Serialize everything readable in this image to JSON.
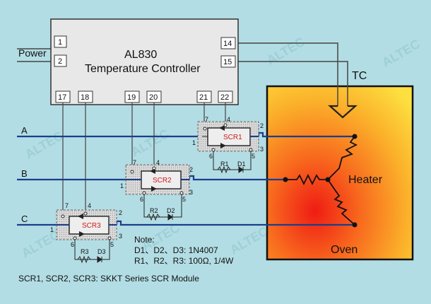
{
  "controller": {
    "model": "AL830",
    "name": "Temperature Controller",
    "terminals": {
      "t1": "1",
      "t2": "2",
      "t14": "14",
      "t15": "15",
      "t17": "17",
      "t18": "18",
      "t19": "19",
      "t20": "20",
      "t21": "21",
      "t22": "22"
    }
  },
  "labels": {
    "power": "Power",
    "tc": "TC",
    "heater": "Heater",
    "oven": "Oven",
    "phase_a": "A",
    "phase_b": "B",
    "phase_c": "C",
    "watermark": "ALTEC"
  },
  "scr_modules": [
    {
      "name": "SCR1",
      "r": "R1",
      "d": "D1",
      "pins": [
        "1",
        "2",
        "3",
        "4",
        "5",
        "6",
        "7"
      ]
    },
    {
      "name": "SCR2",
      "r": "R2",
      "d": "D2",
      "pins": [
        "1",
        "2",
        "3",
        "4",
        "5",
        "6",
        "7"
      ]
    },
    {
      "name": "SCR3",
      "r": "R3",
      "d": "D3",
      "pins": [
        "1",
        "2",
        "3",
        "4",
        "5",
        "6",
        "7"
      ]
    }
  ],
  "note": {
    "title": "Note:",
    "line1": "D1、D2、D3: 1N4007",
    "line2": "R1、R2、R3: 100Ω, 1/4W"
  },
  "footer": "SCR1, SCR2, SCR3: SKKT Series SCR Module"
}
